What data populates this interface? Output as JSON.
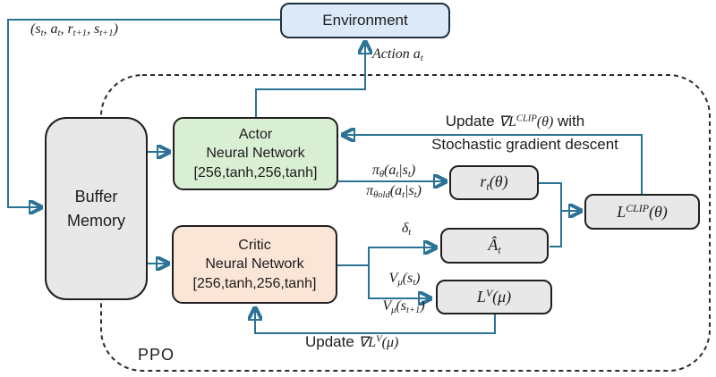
{
  "colors": {
    "arrow_blue": "#2a7296",
    "environment_fill": "#dbe9f8",
    "actor_fill": "#d9efd3",
    "critic_fill": "#fbe5d6",
    "gray_box_fill": "#e8e8e8",
    "box_border": "#1f1f1f",
    "dashed_border": "#2b2b2b"
  },
  "environment": {
    "label": "Environment"
  },
  "feedback_tuple": "(s_{t}, a_{t}, r_{t+1}, s_{t+1})",
  "action_label": "Action a_{t}",
  "buffer": {
    "line1": "Buffer",
    "line2": "Memory"
  },
  "actor": {
    "line1": "Actor",
    "line2": "Neural Network",
    "line3": "[256,tanh,256,tanh]"
  },
  "critic": {
    "line1": "Critic",
    "line2": "Neural Network",
    "line3": "[256,tanh,256,tanh]"
  },
  "boxes": {
    "ratio": "r_{t}(θ)",
    "advantage": "Â_{t}",
    "value_loss": "L^{V}(μ)",
    "clip_loss": "L^{CLIP}(θ)"
  },
  "labels": {
    "pi_new": "π_{θ}(a_{t}|s_{t})",
    "pi_old": "π_{θold}(a_{t}|s_{t})",
    "delta": "δ_{t}",
    "v_st": "V_{μ}(s_{t})",
    "v_st1": "V_{μ}(s_{t+1})",
    "update_clip_pre": "Update ",
    "update_clip_math": "∇L^{CLIP}(θ)",
    "update_clip_post": " with",
    "update_clip_line2": "Stochastic gradient descent",
    "update_v_pre": "Update ",
    "update_v_math": "∇L^{V}(μ)",
    "ppo": "PPO"
  }
}
